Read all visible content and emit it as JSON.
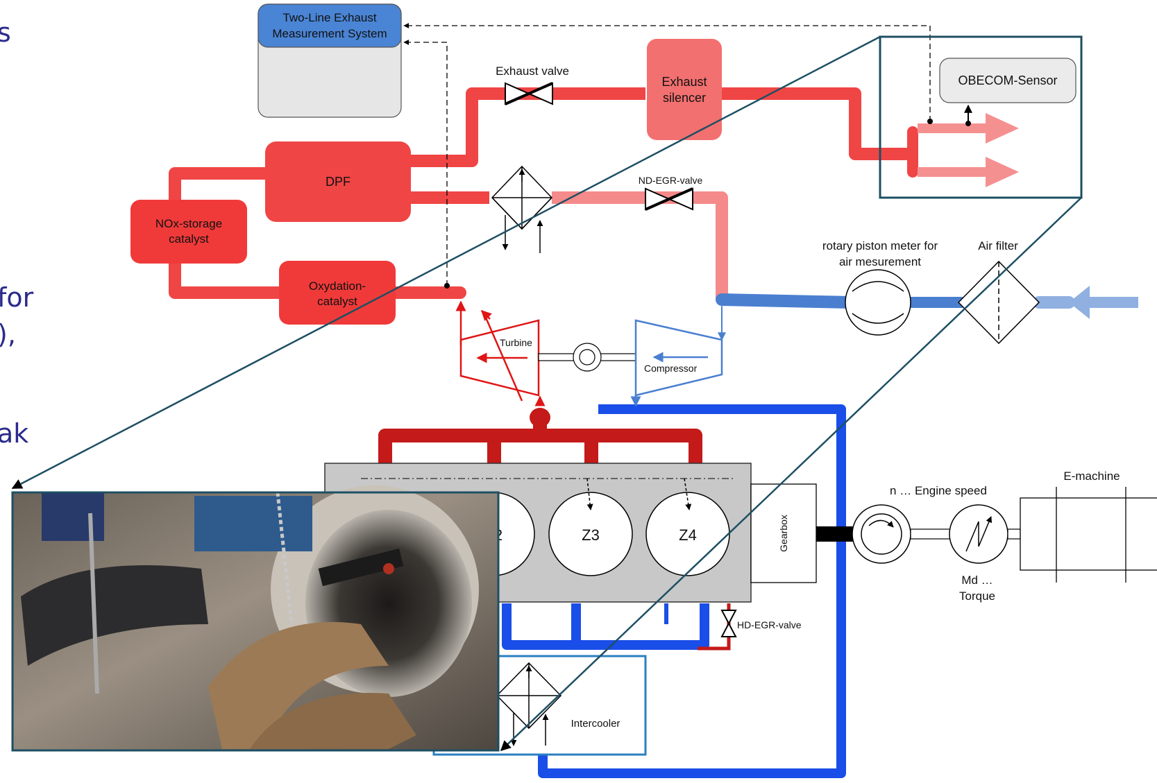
{
  "labels": {
    "measurement": [
      "Two-Line Exhaust",
      "Measurement System"
    ],
    "exhaust_valve": "Exhaust valve",
    "exhaust_silencer": [
      "Exhaust",
      "silencer"
    ],
    "obecom": "OBECOM-Sensor",
    "dpf": "DPF",
    "nox": [
      "NOx-storage",
      "catalyst"
    ],
    "oxycat": [
      "Oxydation-",
      "catalyst"
    ],
    "nd_egr": "ND-EGR-valve",
    "rotary": [
      "rotary piston meter for",
      "air mesurement"
    ],
    "air_filter": "Air filter",
    "turbine": "Turbine",
    "compressor": "Compressor",
    "z3": "Z3",
    "z4": "Z4",
    "z2": "2",
    "gearbox": "Gearbox",
    "engine_speed": "n … Engine speed",
    "emachine": "E-machine",
    "torque": [
      "Md …",
      "Torque"
    ],
    "hd_egr": "HD-EGR-valve",
    "intercooler": "Intercooler"
  },
  "side_text": [
    "s",
    "for",
    "),",
    "ak"
  ],
  "colors": {
    "exhaust": "#f04545",
    "exhaust_light": "#f58a8a",
    "exhaust_dark": "#c41a1a",
    "intake": "#4a7fd0",
    "intake_light": "#8fb0e0",
    "coolant": "#1a4ee8",
    "callout": "#1e4f63"
  }
}
